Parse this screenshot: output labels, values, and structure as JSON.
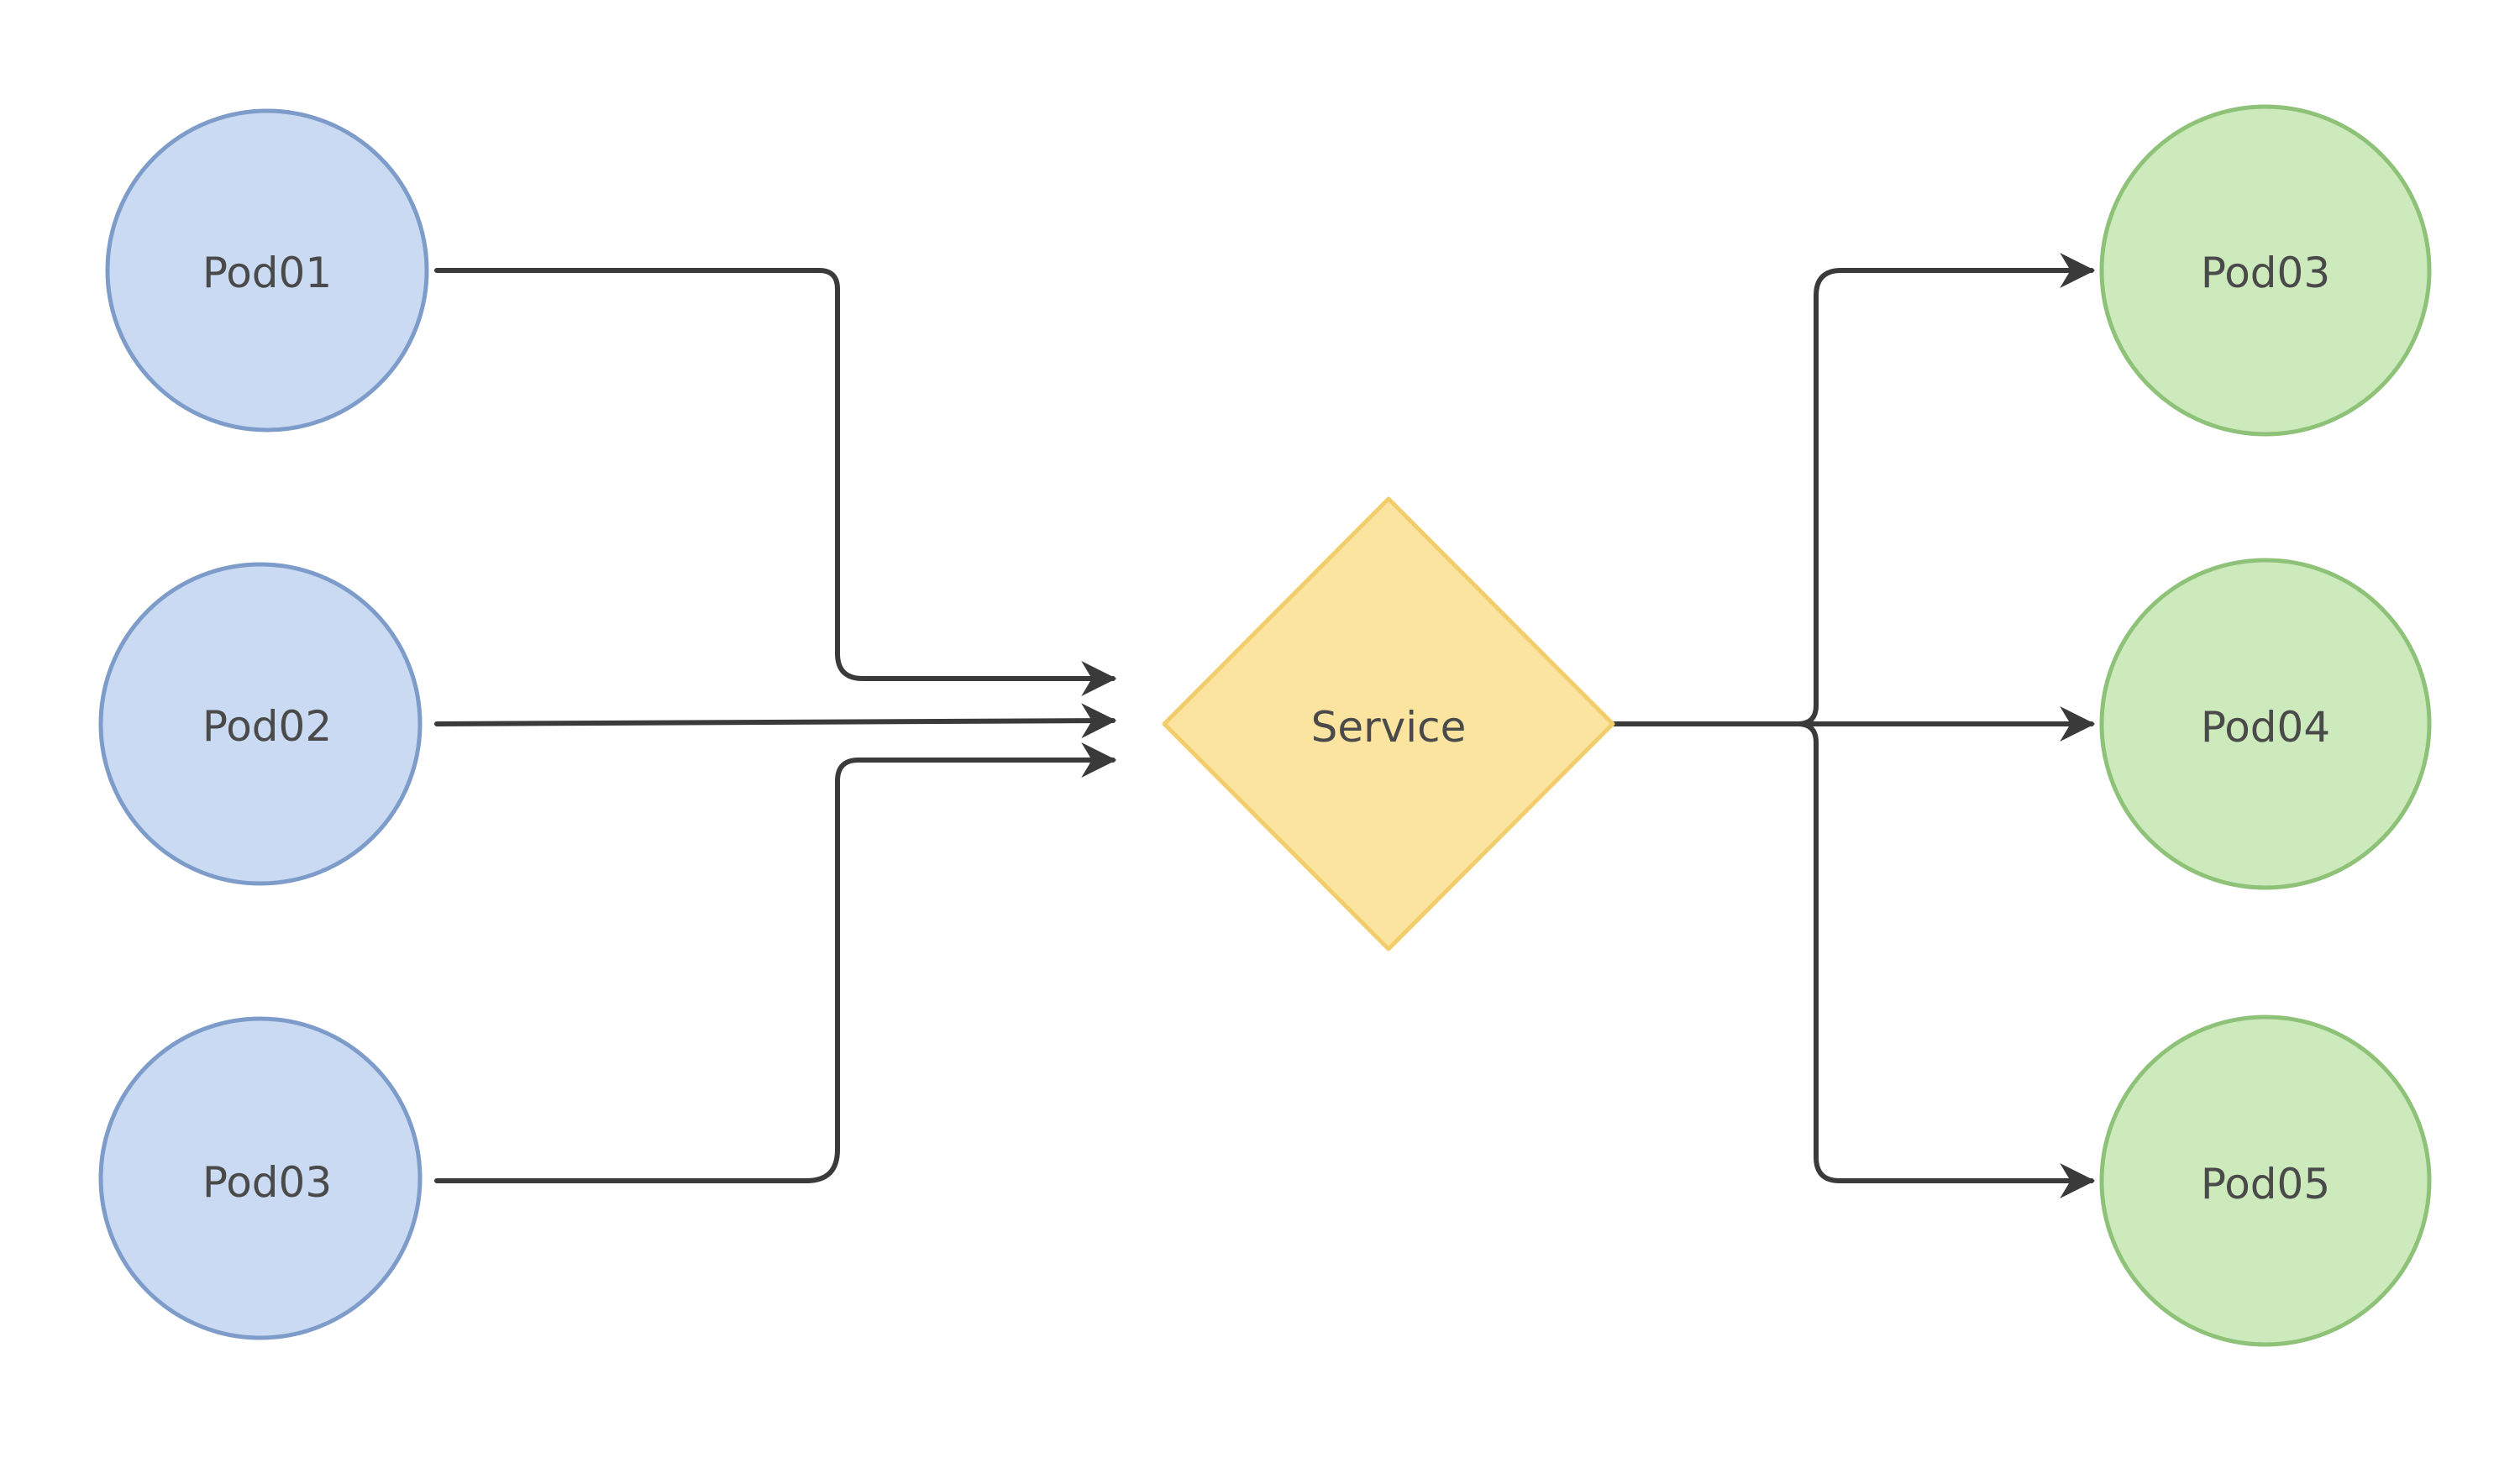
{
  "diagram": {
    "colors": {
      "source_fill": "#c9daf2",
      "source_stroke": "#7e9cc9",
      "service_fill": "#fbe3a0",
      "service_stroke": "#f2cd6b",
      "target_fill": "#cdeabd",
      "target_stroke": "#8dc278",
      "edge": "#3a3a3a"
    },
    "sources": [
      {
        "label": "Pod01"
      },
      {
        "label": "Pod02"
      },
      {
        "label": "Pod03"
      }
    ],
    "service": {
      "label": "Service"
    },
    "targets": [
      {
        "label": "Pod03"
      },
      {
        "label": "Pod04"
      },
      {
        "label": "Pod05"
      }
    ]
  }
}
